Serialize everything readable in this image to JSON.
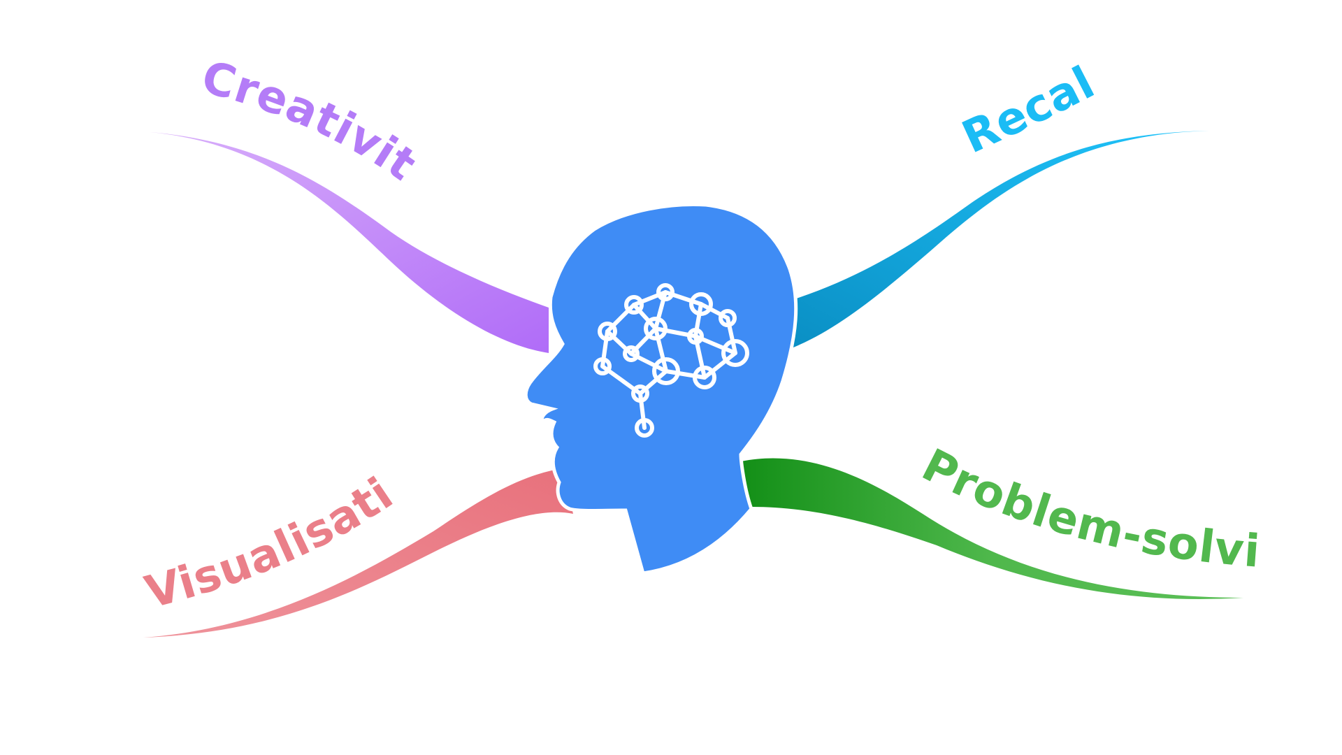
{
  "branches": [
    {
      "id": "creativity",
      "label": "Creativity",
      "color": "#b47cf7",
      "color_light": "#d4a8f9"
    },
    {
      "id": "recall",
      "label": "Recall",
      "color": "#1bbcf5",
      "color_dark": "#0a93c8"
    },
    {
      "id": "visualisation",
      "label": "Visualisation",
      "color": "#ea7f89",
      "color_dark": "#ea6f79"
    },
    {
      "id": "problem-solving",
      "label": "Problem-solving",
      "color": "#52b84e",
      "color_dark": "#159018"
    }
  ],
  "head": {
    "color": "#3f8cf5",
    "icon": "brain-network-icon"
  }
}
